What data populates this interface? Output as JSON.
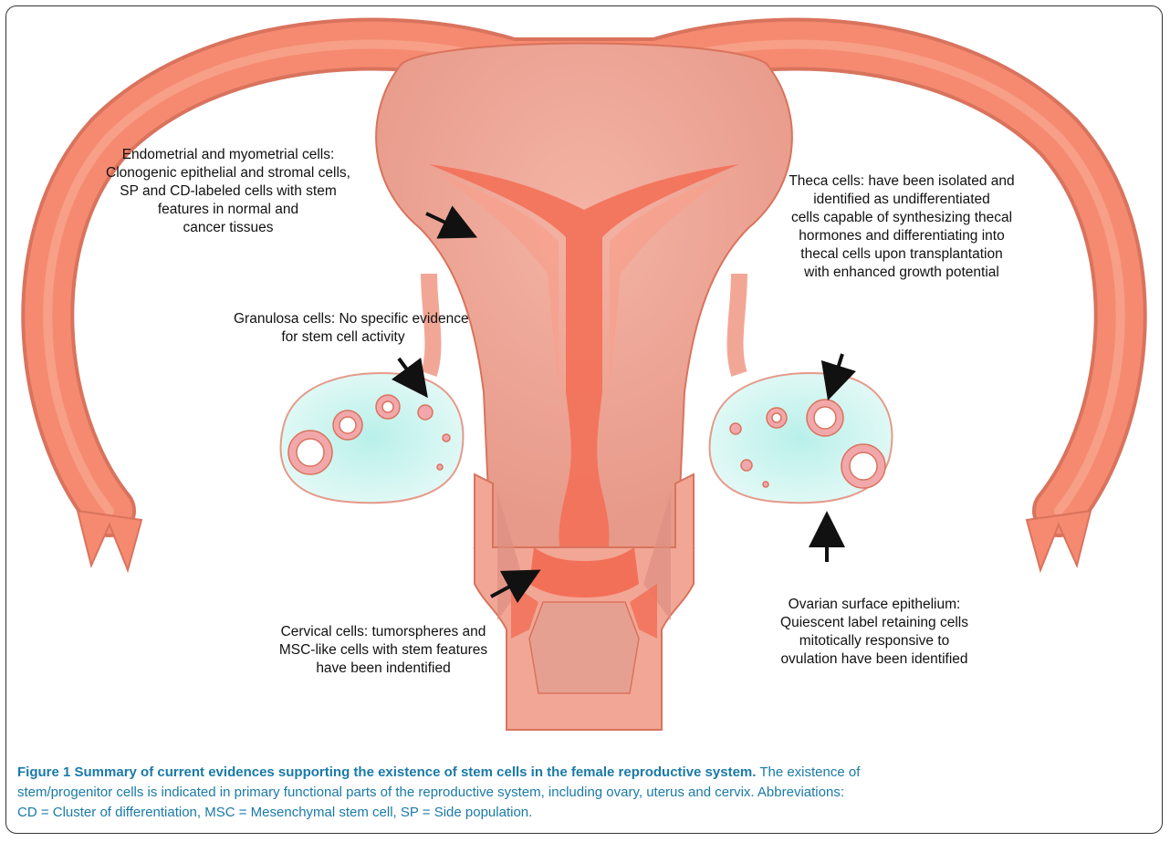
{
  "labels": {
    "endometrial": [
      "Endometrial and myometrial cells:",
      "Clonogenic epithelial and stromal cells,",
      "SP and CD-labeled cells with stem",
      "features  in normal and",
      "cancer tissues"
    ],
    "theca": [
      "Theca cells: have been isolated and",
      "identified as undifferentiated",
      "cells capable of synthesizing  thecal",
      "hormones and differentiating into",
      "thecal cells upon transplantation",
      "with enhanced growth potential"
    ],
    "granulosa": [
      "Granulosa cells: No specific evidence",
      "for stem cell activity"
    ],
    "cervical": [
      "Cervical cells: tumorspheres and",
      "MSC-like cells with stem features",
      "have been indentified"
    ],
    "ovarian_surface": [
      "Ovarian surface epithelium:",
      "Quiescent label retaining cells",
      "mitotically responsive to",
      "ovulation have been identified"
    ]
  },
  "caption": {
    "title": "Figure 1 Summary of current evidences supporting the existence of stem cells in the female reproductive system.",
    "line1_rest": " The existence of",
    "line2": "stem/progenitor cells is indicated in primary functional parts of the reproductive system, including ovary, uterus and cervix. Abbreviations:",
    "line3": "CD = Cluster of differentiation, MSC = Mesenchymal stem cell, SP = Side population."
  },
  "colors": {
    "tube": "#f58a70",
    "tube_outline": "#d9735d",
    "uterus_body": "#f2a796",
    "uterus_inner": "#dd8f82",
    "canal": "#f37058",
    "ovary_fill": "#c6f3ee",
    "follicle": "#f2a8aa",
    "caption_blue": "#1a7aa8",
    "arrow": "#111111"
  }
}
